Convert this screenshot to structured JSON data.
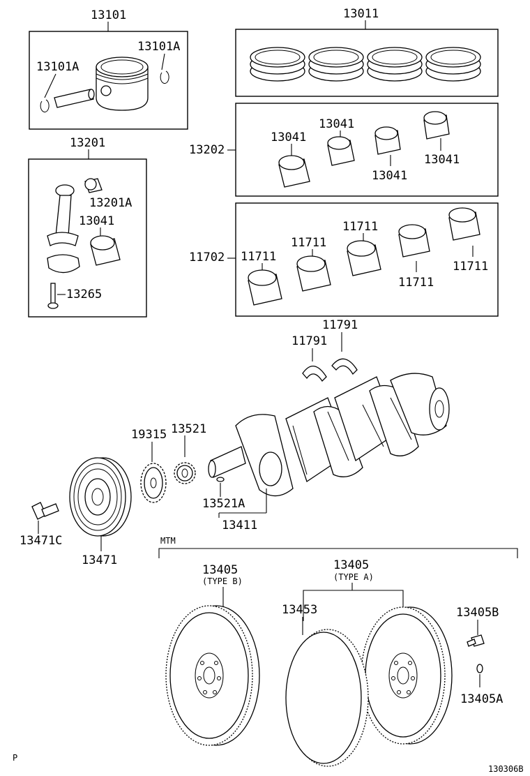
{
  "diagram": {
    "labels": {
      "piston_set": "13101",
      "snap_ring_left": "13101A",
      "snap_ring_right": "13101A",
      "ring_set": "13011",
      "conn_rod": "13201",
      "conn_rod_bushing": "13201A",
      "conn_rod_bearing": "13041",
      "conn_rod_bolt": "13265",
      "bearing_set_conn": "13202",
      "bearing_a": "13041",
      "bearing_b": "13041",
      "bearing_c": "13041",
      "bearing_d": "13041",
      "bearing_set_main": "11702",
      "main_bearing_a": "11711",
      "main_bearing_b": "11711",
      "main_bearing_c": "11711",
      "main_bearing_d": "11711",
      "main_bearing_e": "11711",
      "thrust_washer_a": "11791",
      "thrust_washer_b": "11791",
      "crank_sprocket": "19315",
      "crank_gear": "13521",
      "key": "13521A",
      "crankshaft": "13411",
      "pulley_bolt": "13471C",
      "pulley": "13471",
      "mtm": "MTM",
      "flywheel_b": "13405",
      "flywheel_b_type": "(TYPE B)",
      "flywheel_a": "13405",
      "flywheel_a_type": "(TYPE A)",
      "ring_gear": "13453",
      "flywheel_bolt": "13405B",
      "flywheel_pin": "13405A",
      "corner_p": "P",
      "figure_code": "130306B"
    }
  }
}
